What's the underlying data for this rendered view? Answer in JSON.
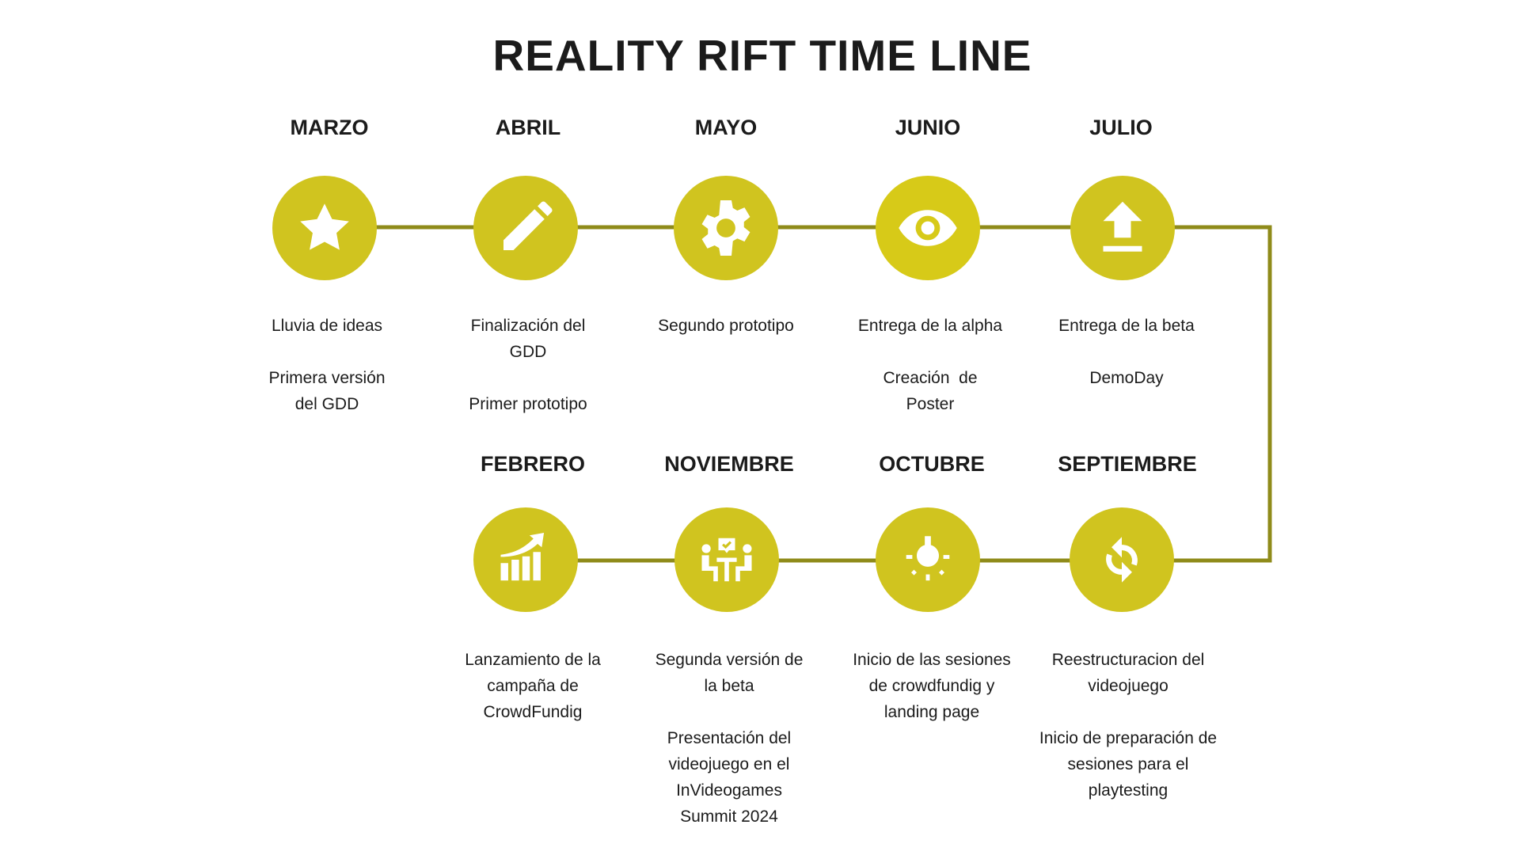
{
  "title": "REALITY RIFT TIME LINE",
  "colors": {
    "circle": "#d0c41f",
    "line": "#8f8b1a",
    "icon": "#ffffff",
    "text": "#1b1b1b"
  },
  "top_row": [
    {
      "month": "MARZO",
      "icon": "star-icon",
      "items": [
        [
          "Lluvia de ideas"
        ],
        [
          "Primera versión",
          "del GDD"
        ]
      ]
    },
    {
      "month": "ABRIL",
      "icon": "pencil-icon",
      "items": [
        [
          "Finalización del",
          "GDD"
        ],
        [
          "Primer prototipo"
        ]
      ]
    },
    {
      "month": "MAYO",
      "icon": "gear-icon",
      "items": [
        [
          "Segundo prototipo"
        ]
      ]
    },
    {
      "month": "JUNIO",
      "icon": "eye-icon",
      "items": [
        [
          "Entrega de la alpha"
        ],
        [
          "Creación  de",
          "Poster"
        ]
      ]
    },
    {
      "month": "JULIO",
      "icon": "upload-icon",
      "items": [
        [
          "Entrega de la beta"
        ],
        [
          "DemoDay"
        ]
      ]
    }
  ],
  "bottom_row": [
    {
      "month": "FEBRERO",
      "icon": "growth-chart-icon",
      "items": [
        [
          "Lanzamiento de la",
          "campaña de",
          "CrowdFundig"
        ]
      ]
    },
    {
      "month": "NOVIEMBRE",
      "icon": "meeting-icon",
      "items": [
        [
          "Segunda versión de",
          "la beta"
        ],
        [
          "Presentación del",
          "videojuego en el",
          "InVideogames",
          "Summit 2024"
        ]
      ]
    },
    {
      "month": "OCTUBRE",
      "icon": "lightbulb-icon",
      "items": [
        [
          "Inicio de las sesiones",
          "de crowdfundig y",
          "landing page"
        ]
      ]
    },
    {
      "month": "SEPTIEMBRE",
      "icon": "refresh-icon",
      "items": [
        [
          "Reestructuracion del",
          "videojuego"
        ],
        [
          "Inicio de preparación de",
          "sesiones para el",
          "playtesting"
        ]
      ]
    }
  ]
}
